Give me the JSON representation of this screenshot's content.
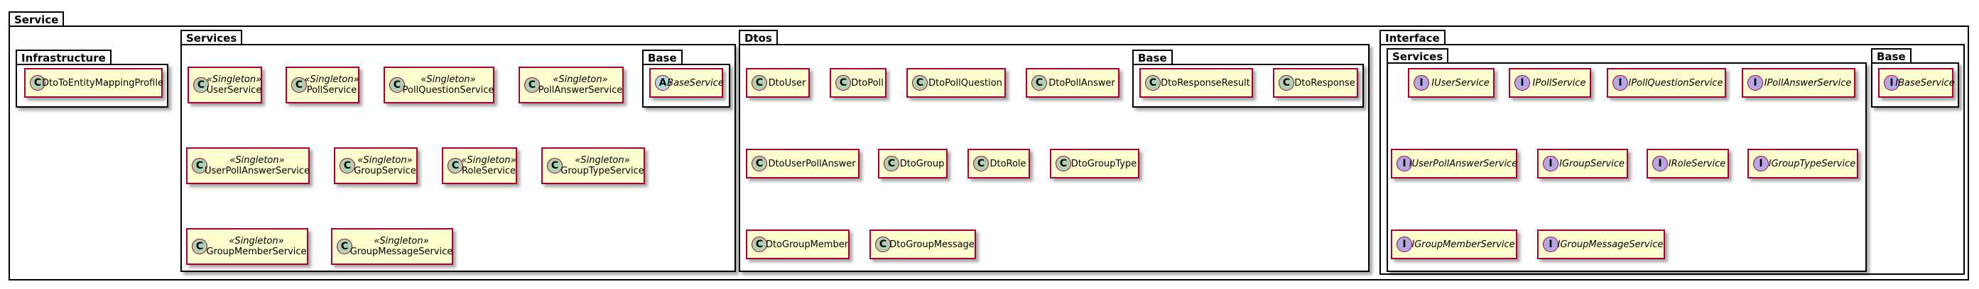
{
  "icons": {
    "class": "C",
    "interface": "I",
    "abstract": "A"
  },
  "packages": {
    "service": "Service",
    "infrastructure": "Infrastructure",
    "services": "Services",
    "services_base": "Base",
    "dtos": "Dtos",
    "dtos_base": "Base",
    "interface": "Interface",
    "interface_services": "Services",
    "interface_base": "Base"
  },
  "stereotype": "«Singleton»",
  "classes": {
    "dto_mapping_profile": "DtoToEntityMappingProfile",
    "user_service": "UserService",
    "poll_service": "PollService",
    "poll_question_service": "PollQuestionService",
    "poll_answer_service": "PollAnswerService",
    "base_service": "BaseService",
    "user_poll_answer_service": "UserPollAnswerService",
    "group_service": "GroupService",
    "role_service": "RoleService",
    "group_type_service": "GroupTypeService",
    "group_member_service": "GroupMemberService",
    "group_message_service": "GroupMessageService",
    "dto_user": "DtoUser",
    "dto_poll": "DtoPoll",
    "dto_poll_question": "DtoPollQuestion",
    "dto_poll_answer": "DtoPollAnswer",
    "dto_response_result": "DtoResponseResult",
    "dto_response": "DtoResponse",
    "dto_user_poll_answer": "DtoUserPollAnswer",
    "dto_group": "DtoGroup",
    "dto_role": "DtoRole",
    "dto_group_type": "DtoGroupType",
    "dto_group_member": "DtoGroupMember",
    "dto_group_message": "DtoGroupMessage",
    "i_user_service": "IUserService",
    "i_poll_service": "IPollService",
    "i_poll_question_service": "IPollQuestionService",
    "i_poll_answer_service": "IPollAnswerService",
    "i_base_service": "IBaseService",
    "i_user_poll_answer_service": "IUserPollAnswerService",
    "i_group_service": "IGroupService",
    "i_role_service": "IRoleService",
    "i_group_type_service": "IGroupTypeService",
    "i_group_member_service": "IGroupMemberService",
    "i_group_message_service": "IGroupMessageService"
  },
  "colors": {
    "class_fill": "#fefece",
    "class_border": "#a80036",
    "class_icon": "#add1b2",
    "interface_icon": "#b4a7e5",
    "abstract_icon": "#a9dcdf"
  }
}
